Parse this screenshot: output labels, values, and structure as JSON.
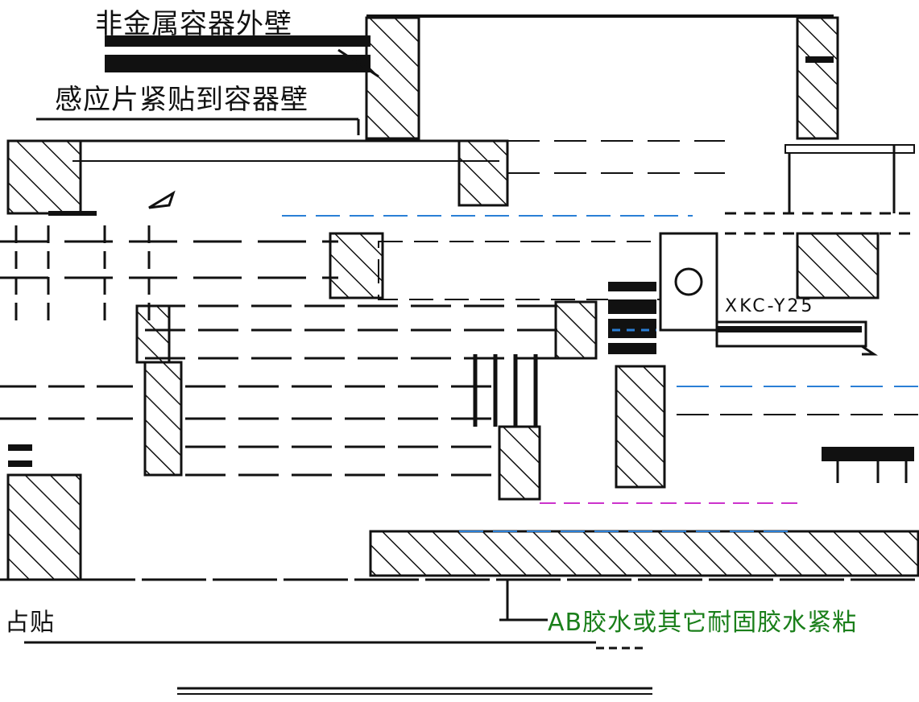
{
  "labels": {
    "wall": "非金属容器外壁",
    "sensor_against_wall": "感应片紧贴到容器壁",
    "left_fragment": "占贴",
    "glue": "AB胶水或其它耐固胶水紧粘",
    "model": "XKC-Y25"
  },
  "colors": {
    "line": "#111111",
    "accent_blue": "#2a7fd6",
    "accent_green": "#22aa22",
    "accent_magenta": "#cc33cc"
  }
}
